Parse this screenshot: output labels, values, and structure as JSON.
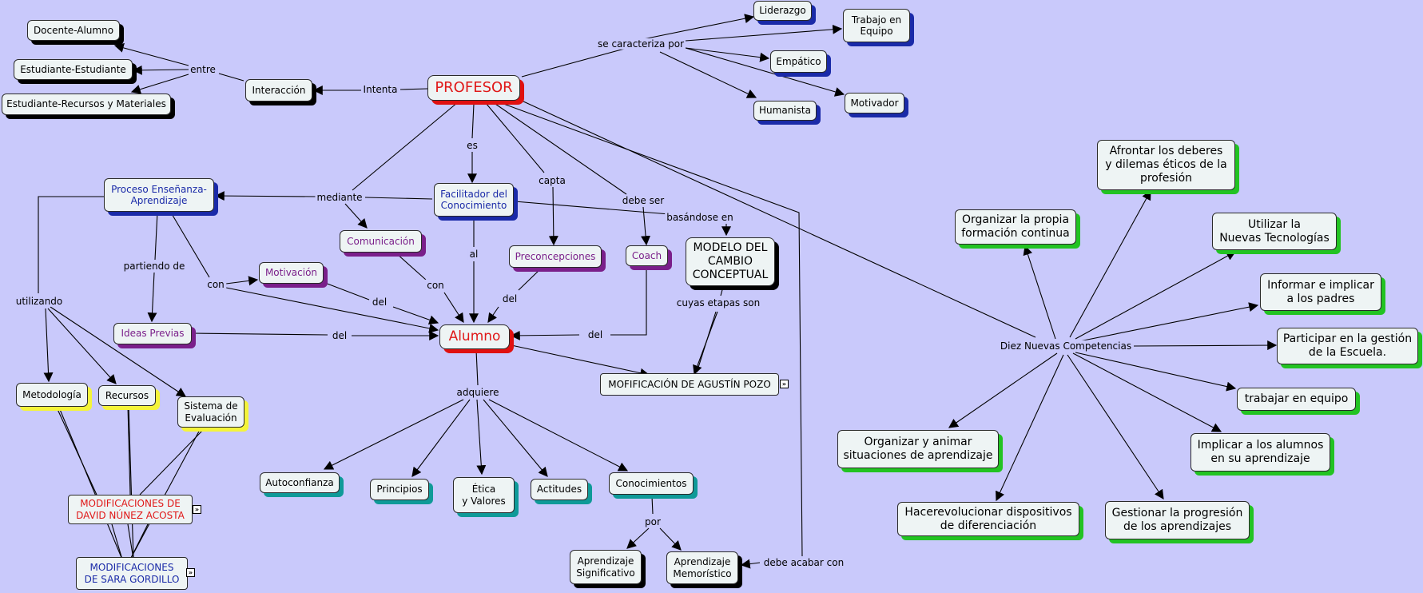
{
  "colors": {
    "background": "#c9c9fb",
    "node_fill": "#eef4f4",
    "shadow_black": "#000000",
    "shadow_red": "#e01010",
    "shadow_blue": "#1a2aa8",
    "shadow_purple": "#7a1f8a",
    "shadow_yellow": "#f4f43a",
    "shadow_teal": "#0f9a98",
    "shadow_green": "#22c322",
    "text_red": "#e01818",
    "text_blue": "#1a2aa8",
    "text_purple": "#7a1f8a",
    "line": "#000000"
  },
  "concepts": {
    "profesor": "PROFESOR",
    "alumno": "Alumno",
    "liderazgo": "Liderazgo",
    "trabajo_equipo": "Trabajo en\nEquipo",
    "empatico": "Empático",
    "humanista": "Humanista",
    "motivador": "Motivador",
    "docente_alumno": "Docente-Alumno",
    "estudiante_estudiante": "Estudiante-Estudiante",
    "estudiante_recursos": "Estudiante-Recursos y Materiales",
    "interaccion": "Interacción",
    "proceso": "Proceso Enseñanza-\nAprendizaje",
    "facilitador": "Facilitador del\nConocimiento",
    "comunicacion": "Comunicación",
    "preconcepciones": "Preconcepciones",
    "coach": "Coach",
    "modelo": "MODELO DEL\nCAMBIO\nCONCEPTUAL",
    "motivacion": "Motivación",
    "ideas_previas": "Ideas Previas",
    "metodologia": "Metodología",
    "recursos": "Recursos",
    "sistema_eval": "Sistema de\nEvaluación",
    "mod_david": "MODIFICACIONES DE\nDAVID NÚNEZ ACOSTA",
    "mod_sara": "MODIFICACIONES\nDE SARA GORDILLO",
    "mod_agustin": "MOFIFICACIÓN DE AGUSTÍN POZO",
    "autoconfianza": "Autoconfianza",
    "principios": "Principios",
    "etica": "Ética\ny Valores",
    "actitudes": "Actitudes",
    "conocimientos": "Conocimientos",
    "ap_significativo": "Aprendizaje\nSignificativo",
    "ap_memoristico": "Aprendizaje\nMemorístico",
    "comp_deberes": "Afrontar los deberes\ny dilemas éticos de la\nprofesión",
    "comp_formacion": "Organizar la propia\nformación continua",
    "comp_tecnologias": "Utilizar la\nNuevas Tecnologías",
    "comp_padres": "Informar e implicar\na los padres",
    "comp_gestion_escuela": "Participar en la gestión\nde la Escuela.",
    "comp_equipo": "trabajar en equipo",
    "comp_implicar": "Implicar a los alumnos\nen su aprendizaje",
    "comp_progresion": "Gestionar la progresión\nde los aprendizajes",
    "comp_dispositivos": "Hacerevolucionar dispositivos\nde diferenciación",
    "comp_organizar": "Organizar y animar\nsituaciones de aprendizaje"
  },
  "linking_phrases": {
    "se_caracteriza_por": "se caracteriza por",
    "intenta": "Intenta",
    "entre": "entre",
    "mediante": "mediante",
    "es": "es",
    "capta": "capta",
    "debe_ser": "debe ser",
    "basandose_en": "basándose en",
    "cuyas_etapas_son": "cuyas etapas son",
    "partiendo_de": "partiendo de",
    "con_motivacion": "con",
    "del_motivacion": "del",
    "con_comunicacion": "con",
    "al": "al",
    "del_preconcepciones": "del",
    "del_coach": "del",
    "del_ideas": "del",
    "utilizando": "utilizando",
    "adquiere": "adquiere",
    "por": "por",
    "debe_acabar_con": "debe acabar con",
    "diez_competencias": "Diez Nuevas Competencias"
  },
  "resource_icon": "linked-resource-icon"
}
